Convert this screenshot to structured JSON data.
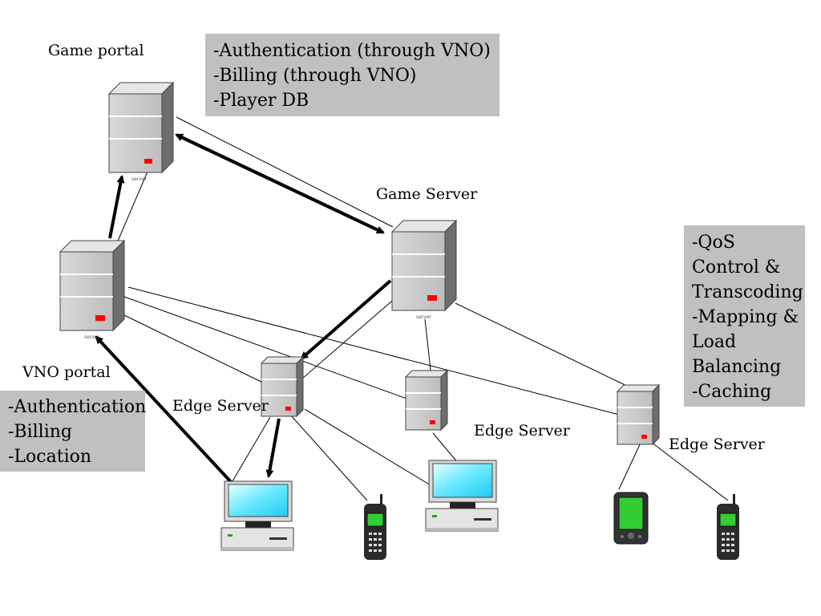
{
  "labels": {
    "game_portal": "Game  portal",
    "game_server": "Game Server",
    "vno_portal": "VNO portal",
    "edge_server_1": "Edge Server",
    "edge_server_2": "Edge Server",
    "edge_server_3": "Edge Server"
  },
  "boxes": {
    "game_portal_features": [
      "-Authentication (through VNO)",
      "-Billing (through VNO)",
      "-Player DB"
    ],
    "vno_features": [
      "-Authentication",
      "-Billing",
      "-Location"
    ],
    "edge_features": [
      "-QoS",
      "Control &",
      "Transcoding",
      "-Mapping &",
      "Load",
      "Balancing",
      "-Caching"
    ]
  },
  "server_caption": "server",
  "colors": {
    "box_bg": "#c0c0c0",
    "led": "#ff0000",
    "screen": "#33ddff",
    "phone_screen": "#33cc33"
  }
}
